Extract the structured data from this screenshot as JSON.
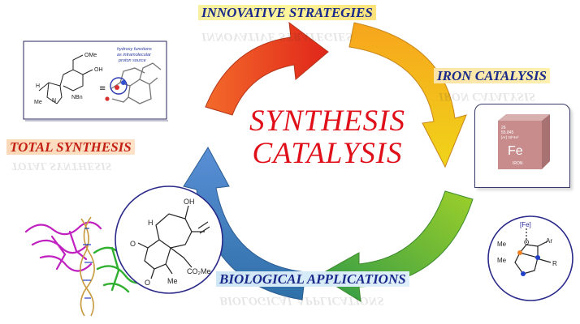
{
  "banners": {
    "innovative": "INNOVATIVE STRATEGIES",
    "iron": "IRON CATALYSIS",
    "total": "TOTAL SYNTHESIS",
    "biological": "BIOLOGICAL APPLICATIONS"
  },
  "center": {
    "line1": "SYNTHESIS",
    "line2": "CATALYSIS"
  },
  "structure_box": {
    "ome": "OMe",
    "oh": "OH",
    "nbn": "NBn",
    "h": "H",
    "me": "Me",
    "n": "N",
    "note_line1": "hydroxy functions",
    "note_line2": "as intramolecular",
    "note_line3": "proton source",
    "equiv": "≡"
  },
  "iron_cube": {
    "number": "26",
    "mass": "55.845",
    "config": "[Ar] 3d⁶4s²",
    "symbol": "Fe",
    "name": "IRON"
  },
  "iron_complex": {
    "fe": "[Fe]",
    "o": "O",
    "me1": "Me",
    "me2": "Me",
    "ar": "Ar",
    "r": "R"
  },
  "natural_product": {
    "oh": "OH",
    "h": "H",
    "o1": "O",
    "o2": "O",
    "me": "Me",
    "co2me": "CO₂Me"
  },
  "colors": {
    "red_arrow": "#e23a1e",
    "orange_arrow": "#f08a1c",
    "yellow_arrow": "#f2c418",
    "green_arrow": "#58b43a",
    "blue_arrow": "#3f6fc0",
    "title_red": "#e0101a",
    "banner_navy": "#1a2a8a",
    "banner_red": "#c41f14"
  }
}
